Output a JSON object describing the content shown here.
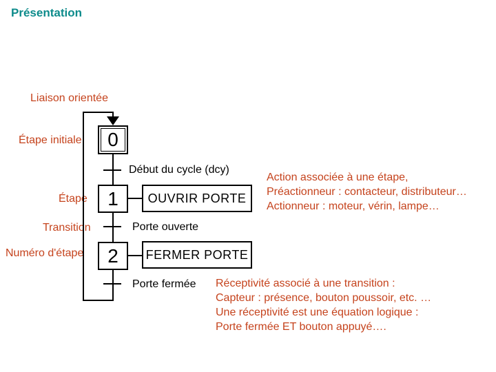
{
  "title": "Présentation",
  "colors": {
    "title": "#0d8b8b",
    "annotation": "#c5431d",
    "diagram_line": "#000000"
  },
  "callouts": {
    "liaison": "Liaison orientée",
    "etape_initiale": "Étape initiale",
    "etape": "Étape",
    "transition": "Transition",
    "numero_etape": "Numéro d'étape"
  },
  "grafcet": {
    "steps": [
      {
        "number": "0",
        "initial": true,
        "action": null
      },
      {
        "number": "1",
        "initial": false,
        "action": "OUVRIR PORTE"
      },
      {
        "number": "2",
        "initial": false,
        "action": "FERMER PORTE"
      }
    ],
    "transitions": [
      "Début du cycle (dcy)",
      "Porte ouverte",
      "Porte fermée"
    ]
  },
  "annotations": {
    "action_block": [
      "Action associée à une étape,",
      "Préactionneur : contacteur, distributeur…",
      "Actionneur : moteur, vérin, lampe…"
    ],
    "receptivite_block": [
      "Réceptivité associé à une transition :",
      "Capteur : présence, bouton poussoir, etc. …",
      "Une réceptivité est une équation logique :",
      "Porte fermée ET bouton appuyé…."
    ]
  }
}
